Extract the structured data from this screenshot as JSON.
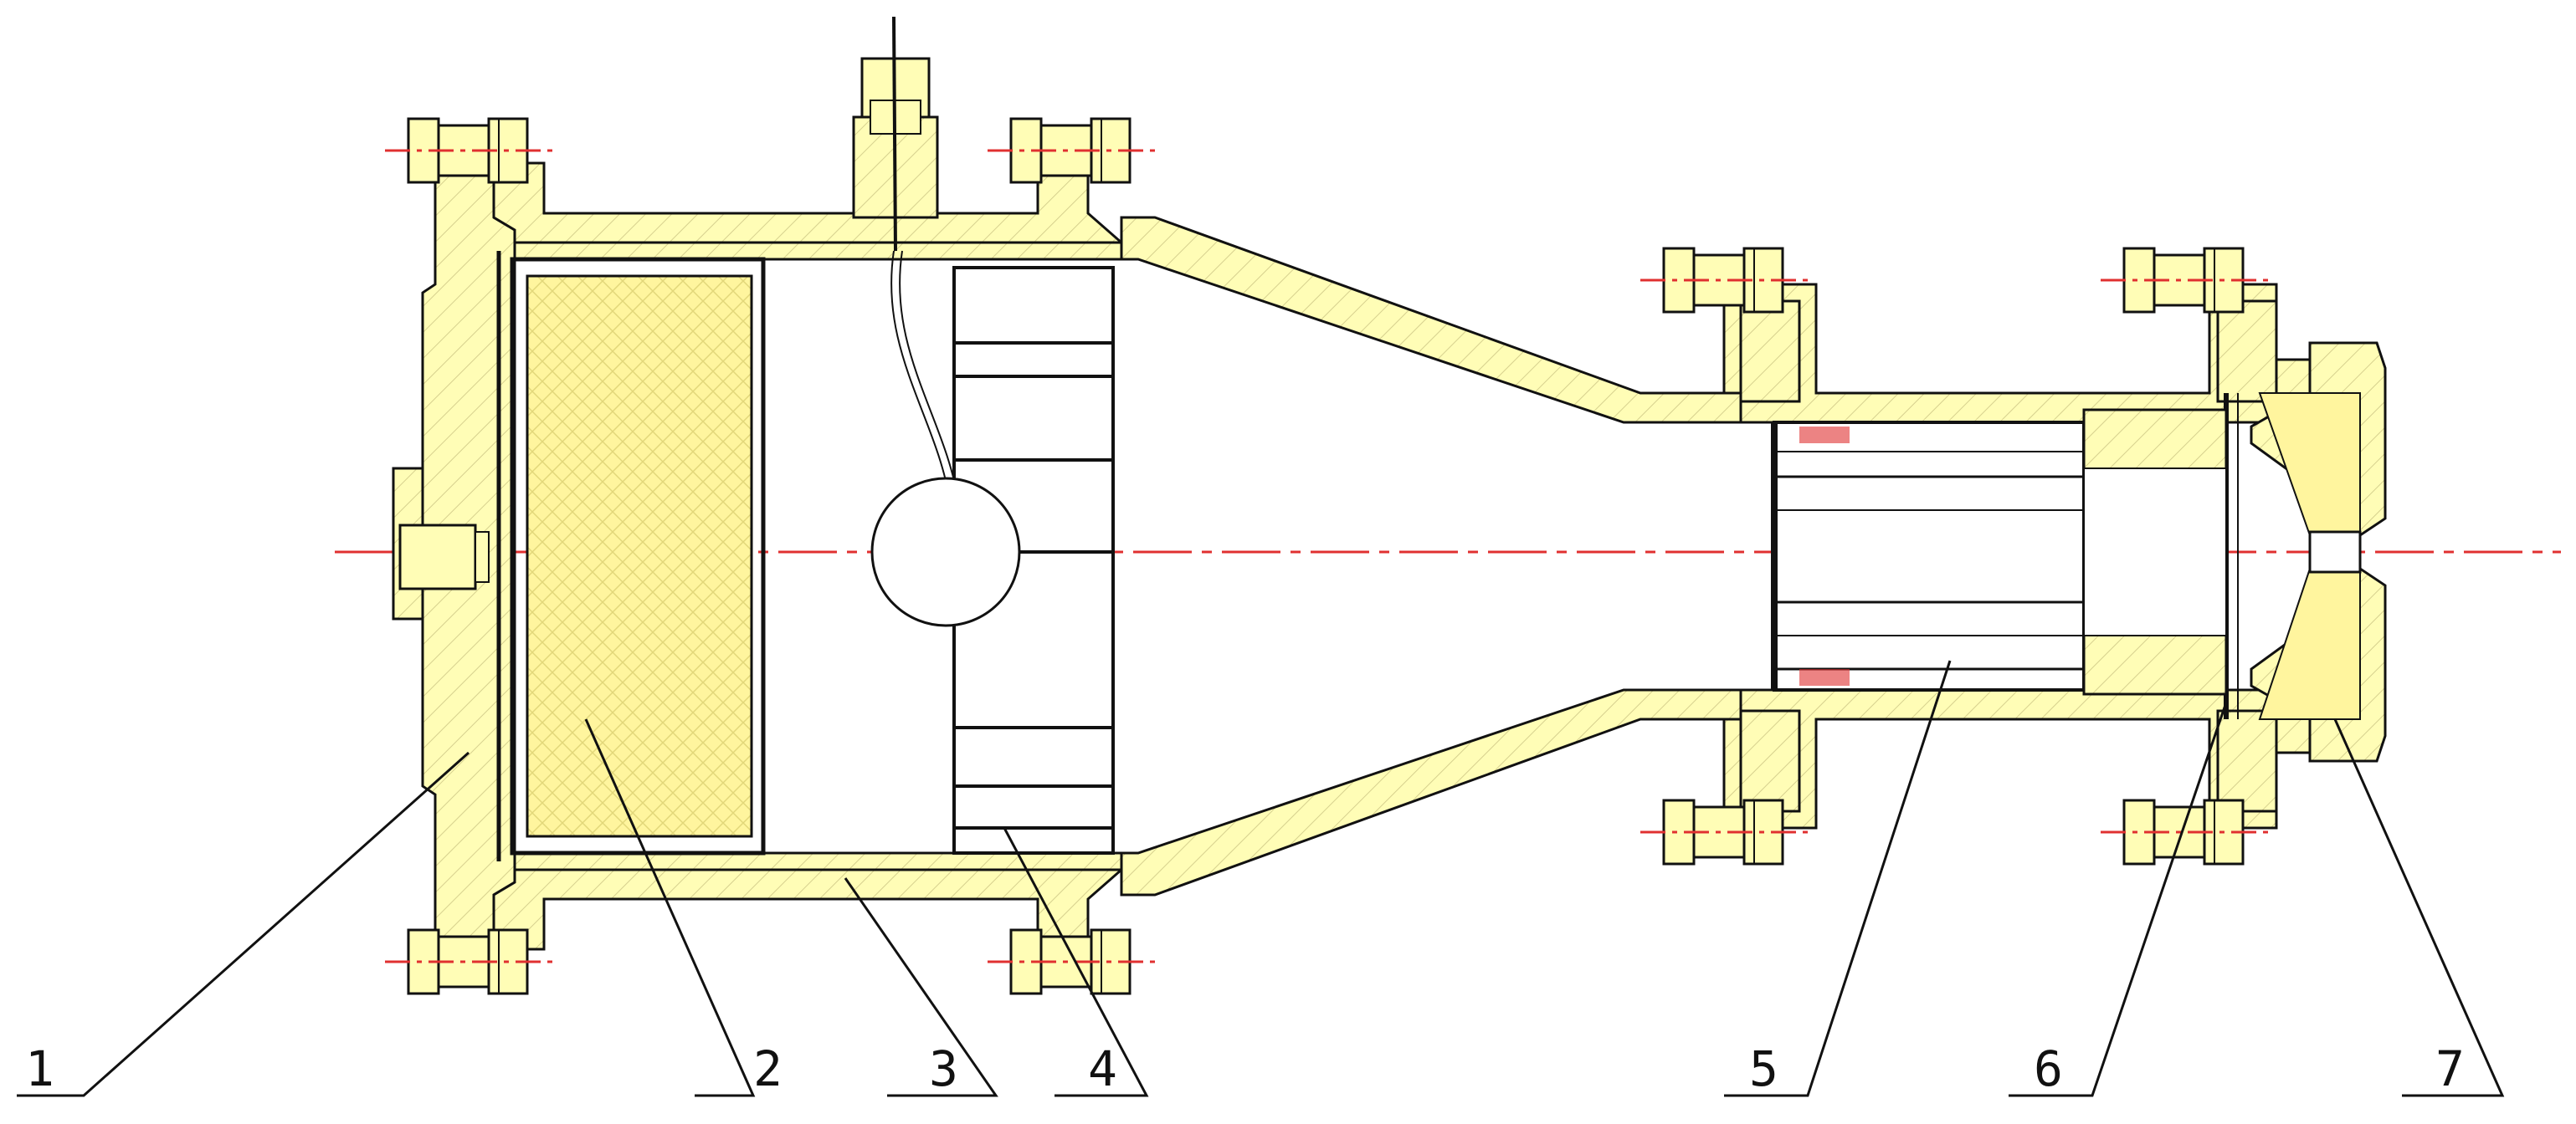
{
  "diagram": {
    "callouts": [
      {
        "id": "1",
        "text": "1"
      },
      {
        "id": "2",
        "text": "2"
      },
      {
        "id": "3",
        "text": "3"
      },
      {
        "id": "4",
        "text": "4"
      },
      {
        "id": "5",
        "text": "5"
      },
      {
        "id": "6",
        "text": "6"
      },
      {
        "id": "7",
        "text": "7"
      }
    ],
    "colors": {
      "body_fill": "#fffdb6",
      "filter_fill": "#fff59e",
      "outline": "#111111",
      "centerline": "#e03030",
      "hatch": "#c9c38a"
    }
  }
}
